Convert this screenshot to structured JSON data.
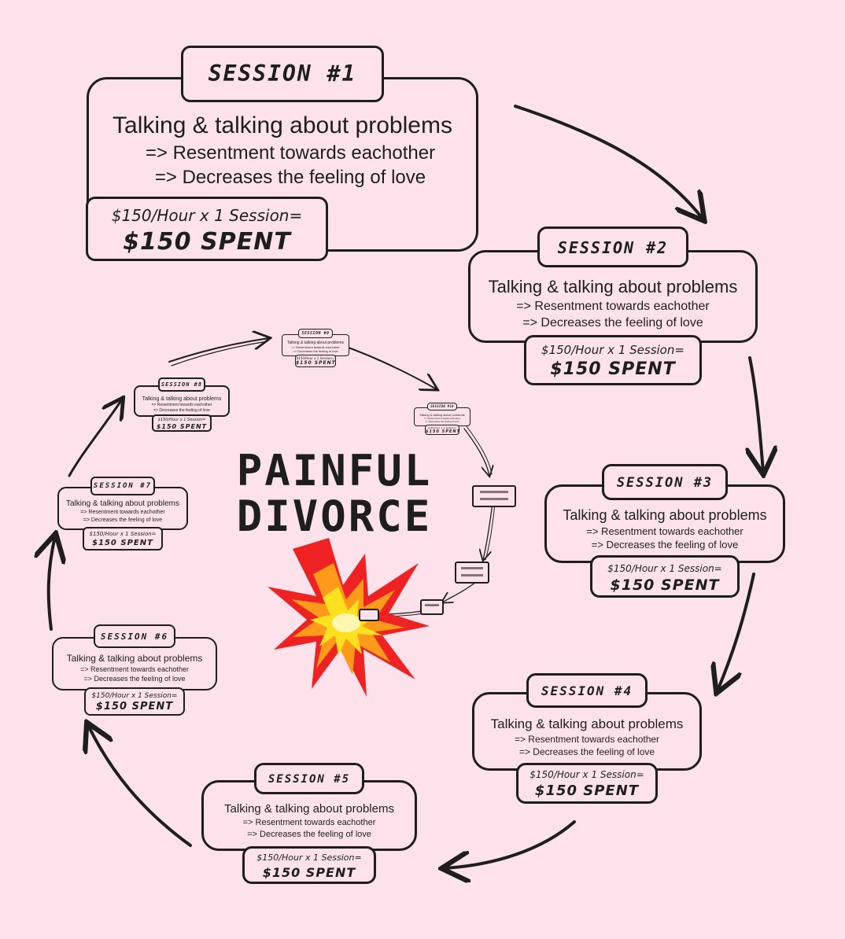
{
  "headline": {
    "line1": "PAINFUL",
    "line2": "DIVORCE"
  },
  "colors": {
    "background": "#fde2ec",
    "ink": "#1e1e1e",
    "explosion_outer": "#ee2222",
    "explosion_mid": "#ff9a1a",
    "explosion_inner": "#ffe11f"
  },
  "icons": [
    "explosion-icon"
  ],
  "sessions": [
    {
      "tag": "SESSION #1",
      "title": "Talking & talking about problems",
      "line1": "=> Resentment towards eachother",
      "line2": "=> Decreases the feeling of love",
      "rate": "$150/Hour x 1 Session=",
      "total": "$150 SPENT"
    },
    {
      "tag": "SESSION #2",
      "title": "Talking & talking about problems",
      "line1": "=> Resentment towards eachother",
      "line2": "=> Decreases the feeling of love",
      "rate": "$150/Hour x 1 Session=",
      "total": "$150 SPENT"
    },
    {
      "tag": "SESSION #3",
      "title": "Talking & talking about problems",
      "line1": "=> Resentment towards eachother",
      "line2": "=> Decreases the feeling of love",
      "rate": "$150/Hour x 1 Session=",
      "total": "$150 SPENT"
    },
    {
      "tag": "SESSION #4",
      "title": "Talking & talking about problems",
      "line1": "=> Resentment towards eachother",
      "line2": "=> Decreases the feeling of love",
      "rate": "$150/Hour x 1 Session=",
      "total": "$150 SPENT"
    },
    {
      "tag": "SESSION #5",
      "title": "Talking & talking about problems",
      "line1": "=> Resentment towards eachother",
      "line2": "=> Decreases the feeling of love",
      "rate": "$150/Hour x 1 Session=",
      "total": "$150 SPENT"
    },
    {
      "tag": "SESSION #6",
      "title": "Talking & talking about problems",
      "line1": "=> Resentment towards eachother",
      "line2": "=> Decreases the feeling of love",
      "rate": "$150/Hour x 1 Session=",
      "total": "$150 SPENT"
    },
    {
      "tag": "SESSION #7",
      "title": "Talking & talking about problems",
      "line1": "=> Resentment towards eachother",
      "line2": "=> Decreases the feeling of love",
      "rate": "$150/Hour x 1 Session=",
      "total": "$150 SPENT"
    },
    {
      "tag": "SESSION #8",
      "title": "Talking & talking about problems",
      "line1": "=> Resentment towards eachother",
      "line2": "=> Decreases the feeling of love",
      "rate": "$150/Hour x 1 Session=",
      "total": "$150 SPENT"
    },
    {
      "tag": "SESSION #9",
      "title": "Talking & talking about problems",
      "line1": "=> Resentment towards eachother",
      "line2": "=> Decreases the feeling of love",
      "rate": "$150/Hour x 1 Session=",
      "total": "$150 SPENT"
    },
    {
      "tag": "SESSION #10",
      "title": "Talking & talking about problems",
      "line1": "=> Resentment towards eachother",
      "line2": "=> Decreases the feeling of love",
      "rate": "$150/Hour x 1 Session=",
      "total": "$150 SPENT"
    }
  ]
}
